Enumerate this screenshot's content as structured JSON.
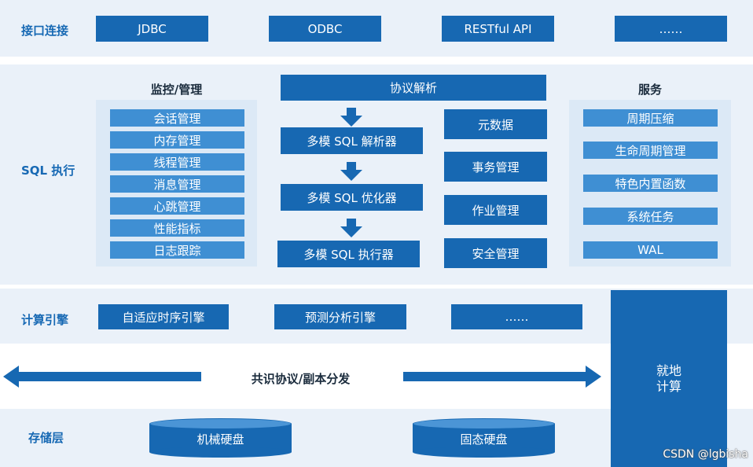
{
  "layers": {
    "interface": {
      "label": "接口连接",
      "items": [
        "JDBC",
        "ODBC",
        "RESTful API",
        "……"
      ]
    },
    "sql": {
      "label": "SQL 执行",
      "monitor": {
        "title": "监控/管理",
        "items": [
          "会话管理",
          "内存管理",
          "线程管理",
          "消息管理",
          "心跳管理",
          "性能指标",
          "日志跟踪"
        ]
      },
      "center": {
        "protocol": "协议解析",
        "pipeline": [
          "多模 SQL 解析器",
          "多模 SQL 优化器",
          "多模 SQL 执行器"
        ],
        "side": [
          "元数据",
          "事务管理",
          "作业管理",
          "安全管理"
        ]
      },
      "services": {
        "title": "服务",
        "items": [
          "周期压缩",
          "生命周期管理",
          "特色内置函数",
          "系统任务",
          "WAL"
        ]
      }
    },
    "compute": {
      "label": "计算引擎",
      "items": [
        "自适应时序引擎",
        "预测分析引擎",
        "……"
      ]
    },
    "consensus": {
      "label": "共识协议/副本分发"
    },
    "storage": {
      "label": "存储层",
      "items": [
        "机械硬盘",
        "固态硬盘"
      ]
    },
    "local_compute": {
      "line1": "就地",
      "line2": "计算"
    }
  },
  "watermark": "CSDN @lgbisha",
  "colors": {
    "band": "#eaf1f9",
    "box": "#1768b2",
    "light_box": "#3f8fd3",
    "label": "#1769b4"
  }
}
